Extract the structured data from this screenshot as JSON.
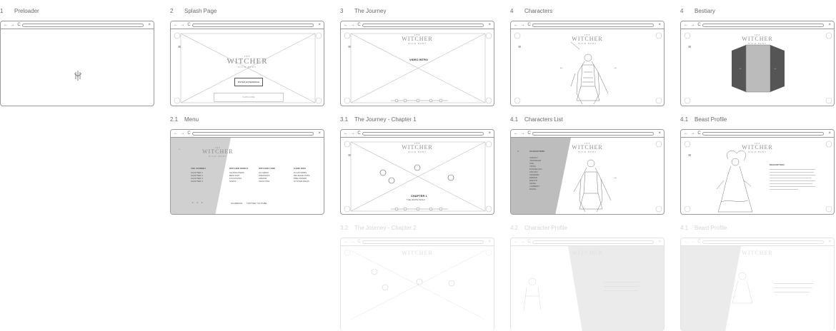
{
  "captions": {
    "c1": {
      "num": "1",
      "title": "Preloader"
    },
    "c2": {
      "num": "2",
      "title": "Splash Page"
    },
    "c3": {
      "num": "3",
      "title": "The Journey"
    },
    "c4": {
      "num": "4",
      "title": "Characters"
    },
    "c5": {
      "num": "4",
      "title": "Bestiary"
    },
    "c21": {
      "num": "2.1",
      "title": "Menu"
    },
    "c31": {
      "num": "3.1",
      "title": "The Journey - Chapter 1"
    },
    "c41": {
      "num": "4.1",
      "title": "Characters List"
    },
    "c51": {
      "num": "4.1",
      "title": "Beast Profile"
    },
    "c32": {
      "num": "3.2",
      "title": "The Journey - Chapter 2"
    },
    "c42": {
      "num": "4.2",
      "title": "Character Profile"
    },
    "c52": {
      "num": "4.1",
      "title": "Beast Profile"
    }
  },
  "browser": {
    "nav": "← → C",
    "close": "×"
  },
  "logo": {
    "top": "THE",
    "main": "WITCHER",
    "sub": "WILD HUNT"
  },
  "splash": {
    "button": "ENTER EXPERIENCE",
    "field": "SUBSCRIBE"
  },
  "journey": {
    "video": "VIDEO INTRO"
  },
  "chapter1": {
    "title": "CHAPTER 1",
    "subtitle": "THE WHITE WOLF"
  },
  "chars": {
    "prev": "←",
    "next": "→"
  },
  "bestiary": {
    "prev": "←",
    "next": "→"
  },
  "menu": {
    "back": "←",
    "col1": [
      "THE JOURNEY",
      "CHAPTER 1",
      "CHAPTER 2",
      "CHAPTER 3",
      "CHAPTER 4"
    ],
    "col2": [
      "WITCHER WORLD",
      "CHARACTERS",
      "BESTIARY",
      "LOCATIONS",
      "SIGNS"
    ],
    "col3": [
      "WITCHER LORE",
      "ALCHEMY",
      "WEAPONS",
      "ARMOR",
      "CRAFTING"
    ],
    "col4": [
      "GAME INFO",
      "PLATFORMS",
      "RELEASE DATE",
      "PRE-ORDER",
      "SYSTEM REQS"
    ],
    "footer": [
      "FACEBOOK",
      "TWITTER",
      "YOUTUBE"
    ]
  },
  "charlist": {
    "heading": "CHARACTERS",
    "items": [
      "GERALT",
      "YENNEFER",
      "CIRI",
      "TRISS",
      "DANDELION",
      "ZOLTAN",
      "VESEMIR",
      "EREDIN",
      "EMHYR",
      "KEIRA",
      "LAMBERT",
      "ESKEL"
    ]
  },
  "beast": {
    "heading": "DESCRIPTION"
  }
}
